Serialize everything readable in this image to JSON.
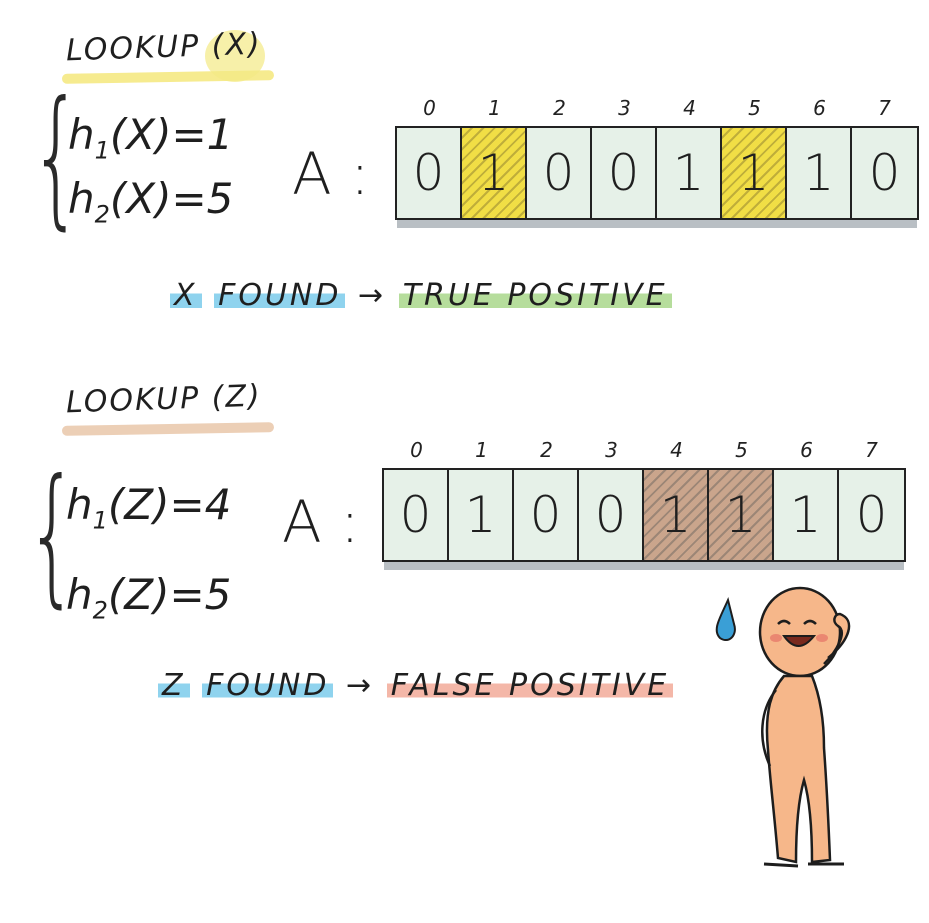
{
  "section_x": {
    "title": "LOOKUP (X)",
    "hash_fn_1": "h",
    "hash_fn_1_sub": "1",
    "hash_expr_1": "(X)=1",
    "hash_fn_2": "h",
    "hash_fn_2_sub": "2",
    "hash_expr_2": "(X)=5",
    "array_label": "A :",
    "indices": [
      "0",
      "1",
      "2",
      "3",
      "4",
      "5",
      "6",
      "7"
    ],
    "bits": [
      "0",
      "1",
      "0",
      "0",
      "1",
      "1",
      "1",
      "0"
    ],
    "highlighted_indices": [
      1,
      5
    ],
    "highlight_color": "#f1de45",
    "result_subject": "X",
    "result_verb": "FOUND",
    "result_arrow": "→",
    "result_outcome": "TRUE POSITIVE",
    "outcome_color": "#b6dd9c"
  },
  "section_z": {
    "title": "LOOKUP (Z)",
    "hash_fn_1": "h",
    "hash_fn_1_sub": "1",
    "hash_expr_1": "(Z)=4",
    "hash_fn_2": "h",
    "hash_fn_2_sub": "2",
    "hash_expr_2": "(Z)=5",
    "array_label": "A :",
    "indices": [
      "0",
      "1",
      "2",
      "3",
      "4",
      "5",
      "6",
      "7"
    ],
    "bits": [
      "0",
      "1",
      "0",
      "0",
      "1",
      "1",
      "1",
      "0"
    ],
    "highlighted_indices": [
      4,
      5
    ],
    "highlight_color": "#caa58c",
    "result_subject": "Z",
    "result_verb": "FOUND",
    "result_arrow": "→",
    "result_outcome": "FALSE POSITIVE",
    "outcome_color": "#f4b7a8"
  },
  "colors": {
    "array_fill": "#e6f1e8",
    "found_highlight": "#8fd3ee",
    "figure_skin": "#f6b78a",
    "sweat_drop": "#3a9fd6"
  },
  "icons": {
    "figure": "embarrassed-person-icon",
    "drop": "sweat-drop-icon"
  }
}
